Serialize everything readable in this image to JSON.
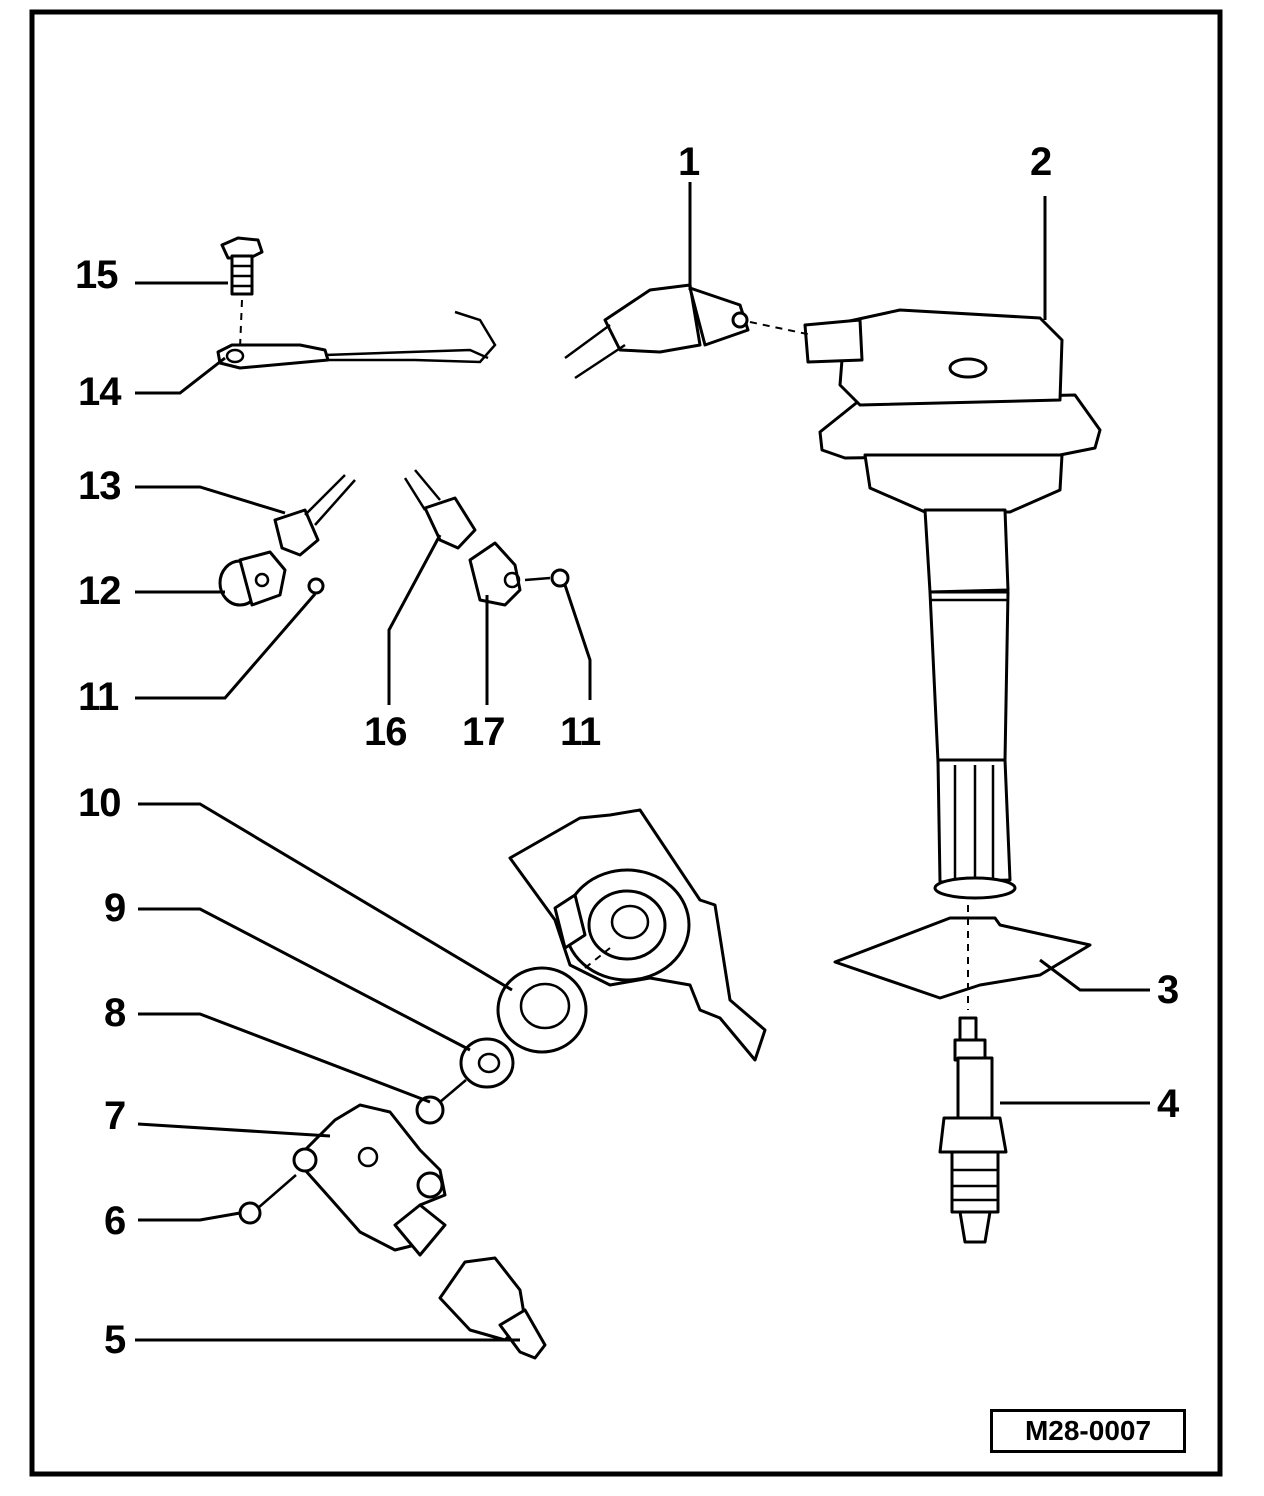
{
  "callouts": {
    "c1": "1",
    "c2": "2",
    "c3": "3",
    "c4": "4",
    "c5": "5",
    "c6": "6",
    "c7": "7",
    "c8": "8",
    "c9": "9",
    "c10": "10",
    "c11a": "11",
    "c11b": "11",
    "c12": "12",
    "c13": "13",
    "c14": "14",
    "c15": "15",
    "c16": "16",
    "c17": "17"
  },
  "figure_id": "M28-0007"
}
